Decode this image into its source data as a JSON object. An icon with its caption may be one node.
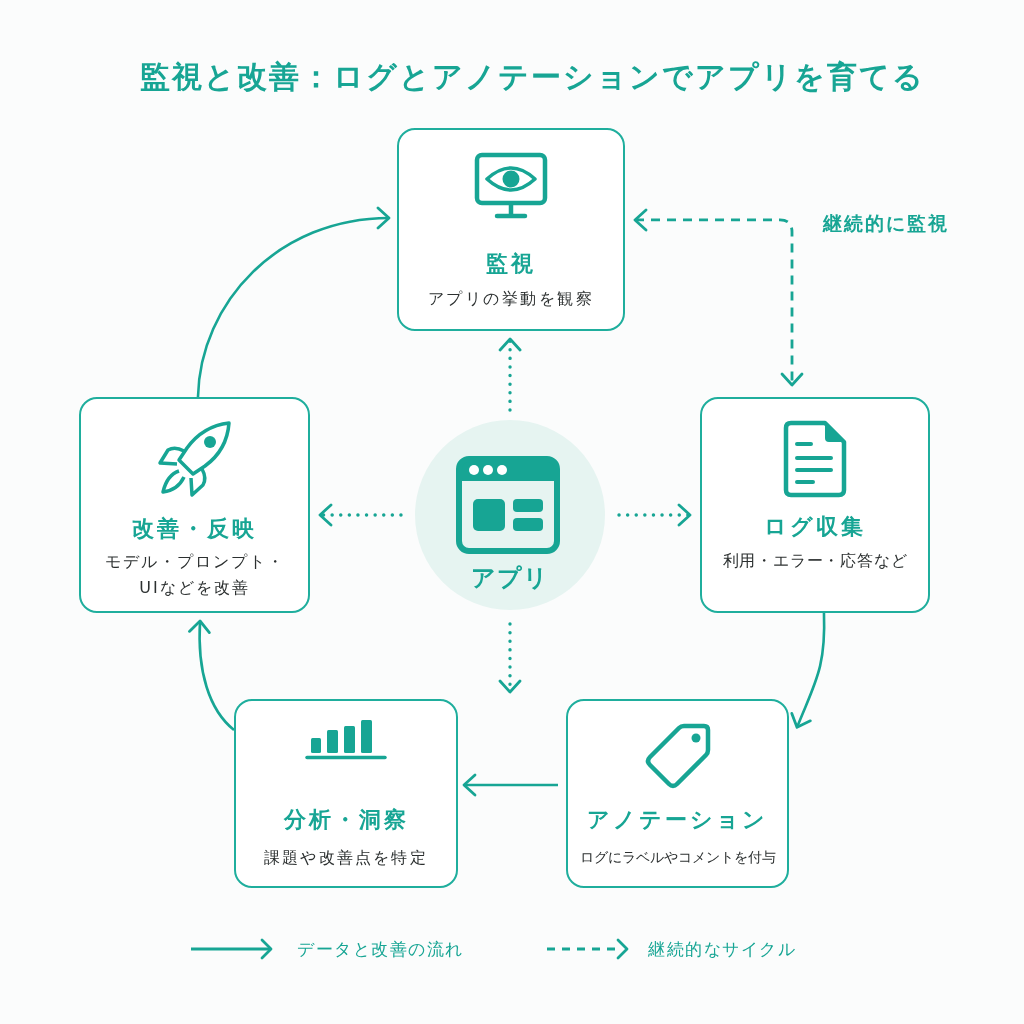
{
  "diagram": {
    "title": "監視と改善：ログとアノテーションでアプリを育てる",
    "nodes": [
      {
        "text": [
          "監視",
          "アプリの挙動を観察"
        ]
      },
      {
        "text": [
          "ログ収集",
          "利用・エラー・応答など"
        ]
      },
      {
        "text": [
          "アノテーション",
          "ログにラベルやコメントを付与"
        ]
      },
      {
        "text": [
          "分析・洞察",
          "課題や改善点を特定"
        ]
      },
      {
        "text": [
          "改善・反映",
          "モデル・プロンプト・UIなどを改善"
        ]
      },
      {
        "text": [
          "アプリ"
        ]
      }
    ],
    "edges": [
      {
        "from": 0,
        "to": 1,
        "arrow": "both",
        "style": "dashed",
        "label": "継続的に監視"
      },
      {
        "from": 1,
        "to": 2,
        "arrow": "to"
      },
      {
        "from": 2,
        "to": 3,
        "arrow": "to"
      },
      {
        "from": 3,
        "to": 4,
        "arrow": "to"
      },
      {
        "from": 4,
        "to": 0,
        "arrow": "to"
      },
      {
        "from": 5,
        "to": 0,
        "arrow": "to",
        "style": "dashed"
      },
      {
        "from": 5,
        "to": 1,
        "arrow": "to",
        "style": "dashed"
      },
      {
        "from": 5,
        "to": null,
        "arrow": "to",
        "style": "dashed"
      },
      {
        "from": 5,
        "to": 4,
        "arrow": "to",
        "style": "dashed"
      }
    ],
    "legend": [
      {
        "text": "データと改善の流れ"
      },
      {
        "text": "継続的なサイクル"
      }
    ]
  }
}
